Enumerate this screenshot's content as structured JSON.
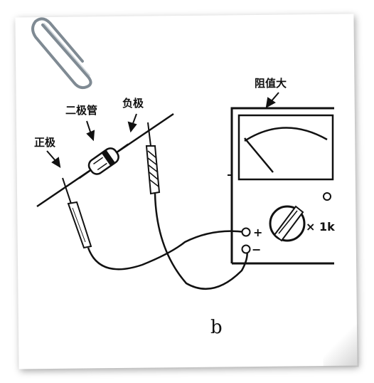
{
  "labels": {
    "anode": "正极",
    "diode": "二极管",
    "cathode": "负极",
    "high_resistance": "阻值大",
    "plus": "+",
    "minus": "−",
    "range": "× 1k",
    "caption": "b"
  }
}
